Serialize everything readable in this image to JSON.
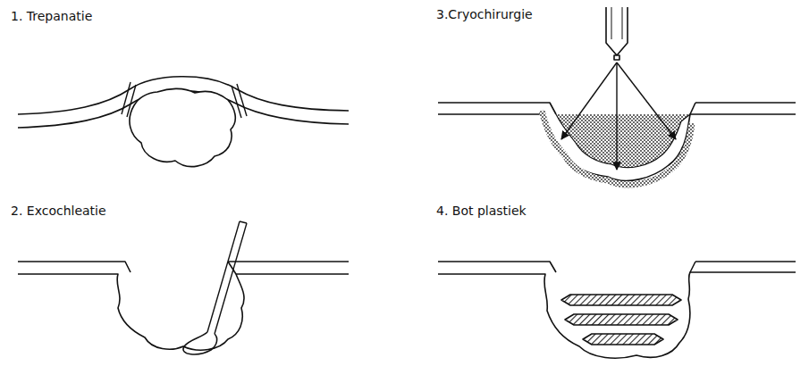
{
  "diagram": {
    "labels": [
      "1. Trepanatie",
      "3.Cryochirurgie",
      "2. Excochleatie",
      "4. Bot plastiek"
    ]
  }
}
